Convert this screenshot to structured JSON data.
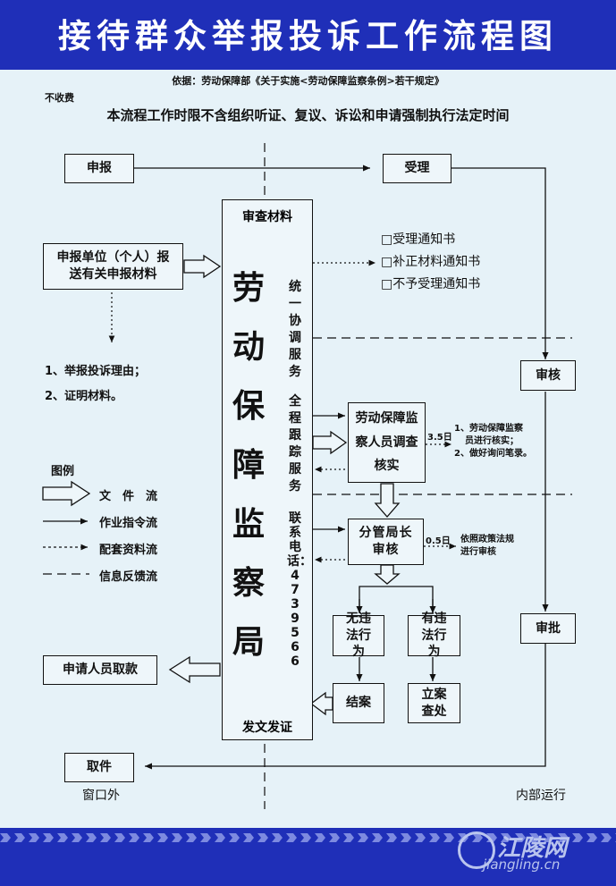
{
  "header": {
    "title": "接待群众举报投诉工作流程图",
    "basis": "依据：劳动保障部《关于实施<劳动保障监察条例>若干规定》",
    "no_fee": "不收费",
    "notice": "本流程工作时限不含组织听证、复议、诉讼和申请强制执行法定时间"
  },
  "nodes": {
    "apply": "申报",
    "accept": "受理",
    "review_materials": "审查材料",
    "applicant": "申报单位（个人）报送有关申报材料",
    "bureau": "劳动保障监察局",
    "unified": "统一协调服务",
    "tracking": "全程跟踪服务",
    "phone": "联系电话：4739566",
    "issue": "发文发证",
    "verify": "审核",
    "investigate": "劳动保障监察人员调查核实",
    "director": "分管局长审核",
    "no_violation": "无违法行为",
    "violation": "有违法行为",
    "close_case": "结案",
    "file_case": "立案查处",
    "approve": "审批",
    "notify_pickup": "申请人员取款",
    "pickup": "取件"
  },
  "notices": [
    "□受理通知书",
    "□补正材料通知书",
    "□不予受理通知书"
  ],
  "materials": [
    "1、举报投诉理由；",
    "2、证明材料。"
  ],
  "notes": {
    "days1": "3.5日",
    "investigate_note": [
      "1、劳动保障监察",
      "员进行核实；",
      "2、做好询问笔录。"
    ],
    "days2": "0.5日",
    "director_note": [
      "依照政策法规",
      "进行审核"
    ]
  },
  "legend": {
    "title": "图例",
    "items": [
      "文　件　流",
      "作业指令流",
      "配套资料流",
      "信息反馈流"
    ]
  },
  "zones": {
    "outside": "窗口外",
    "inside": "内部运行"
  },
  "watermark": {
    "cn": "江陵网",
    "en": "jiangling.cn"
  },
  "colors": {
    "banner": "#1f2fb8",
    "background": "#e6f2f8",
    "line": "#111111"
  }
}
